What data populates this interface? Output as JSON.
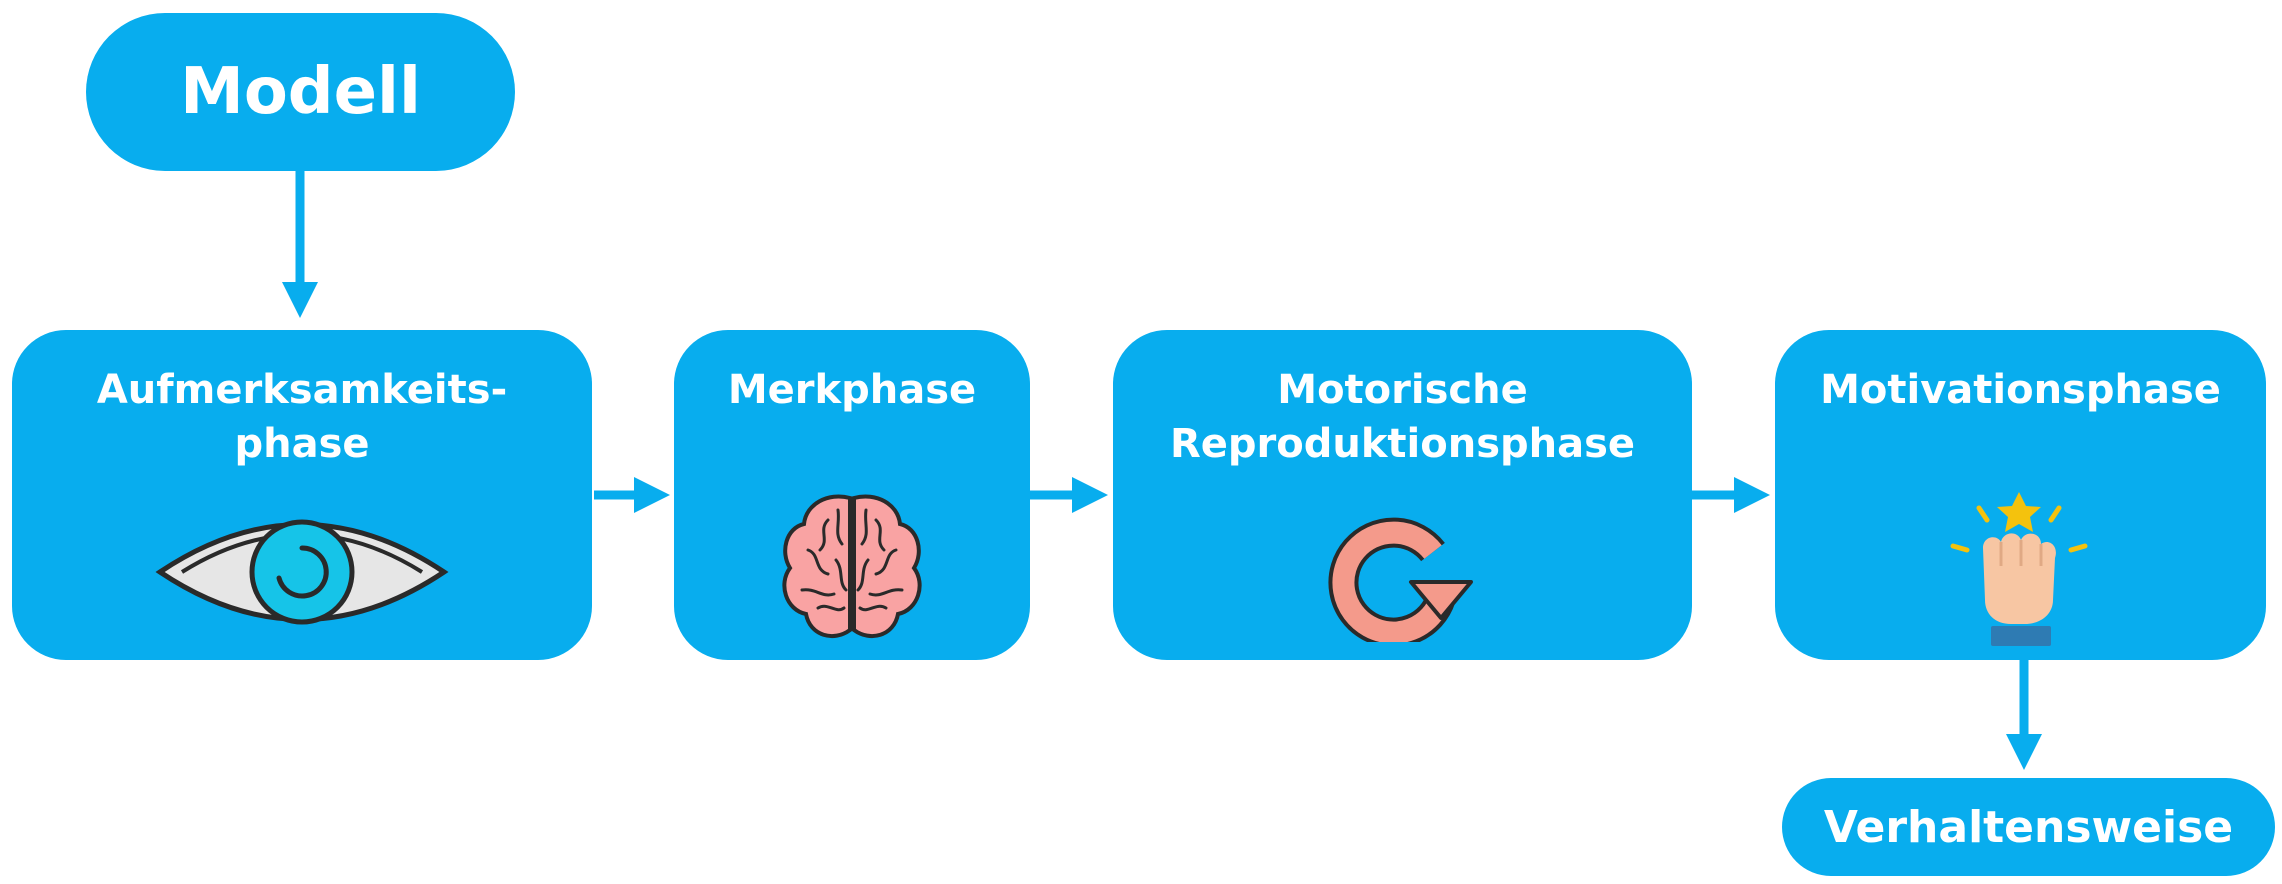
{
  "nodes": {
    "modell": {
      "label": "Modell"
    },
    "aufmerksamkeit": {
      "line1": "Aufmerksamkeits-",
      "line2": "phase",
      "icon": "eye-icon"
    },
    "merkphase": {
      "line1": "Merkphase",
      "icon": "brain-icon"
    },
    "motorisch": {
      "line1": "Motorische",
      "line2": "Reproduktionsphase",
      "icon": "refresh-icon"
    },
    "motivation": {
      "line1": "Motivationsphase",
      "icon": "raised-fist-star-icon"
    },
    "verhalten": {
      "label": "Verhaltensweise"
    }
  },
  "colors": {
    "node_fill": "#08ADEE",
    "arrow": "#08ADEE",
    "text": "#FFFFFF",
    "brain": "#F9A3A3",
    "refresh": "#F49A8B",
    "star": "#F4C20D",
    "skin": "#F7C6A3",
    "cuff": "#2E7BB3"
  }
}
